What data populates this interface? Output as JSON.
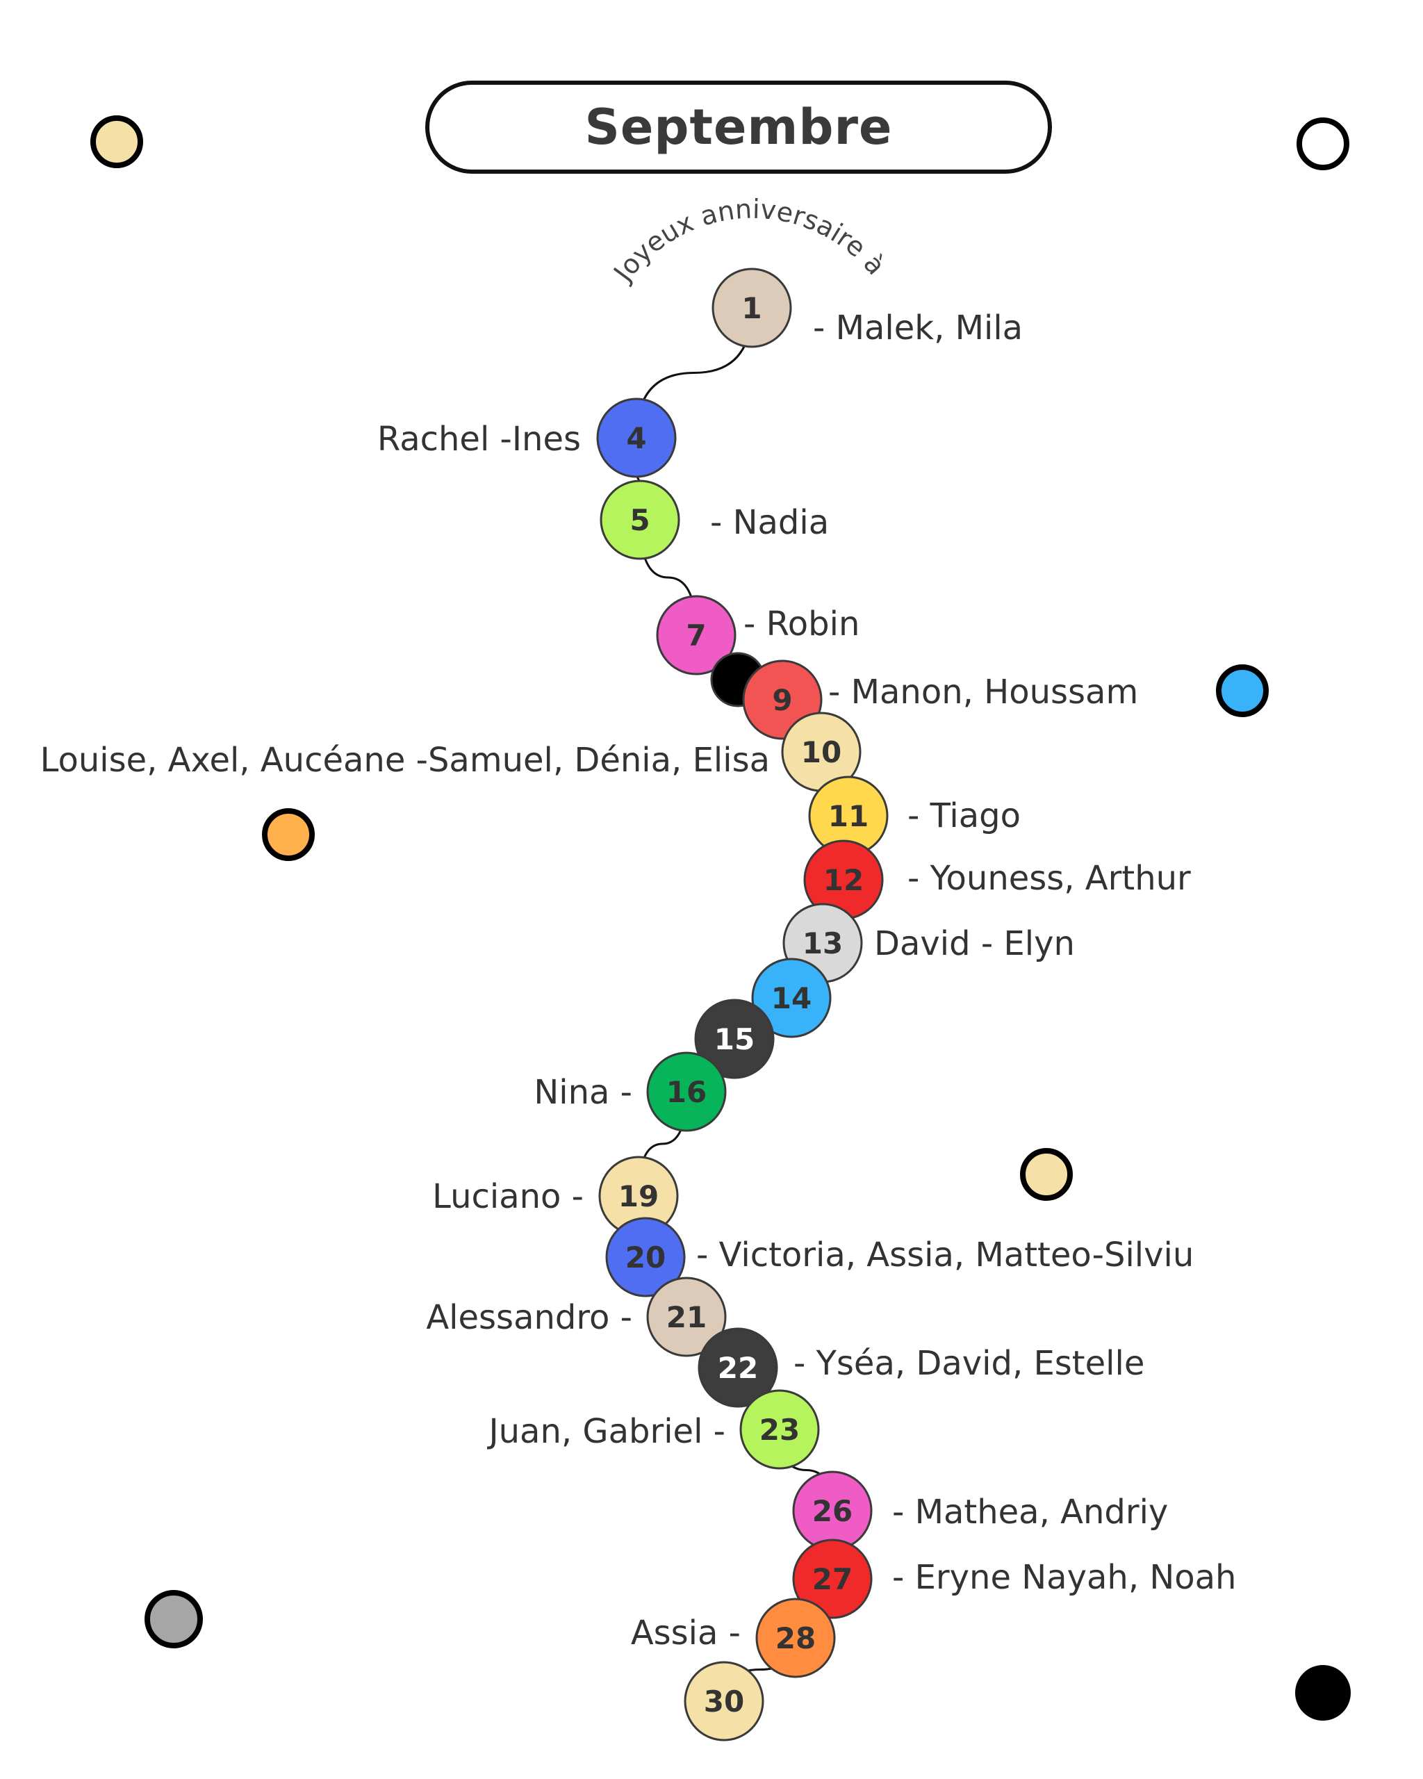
{
  "title": "Septembre",
  "arc_text": "Joyeux anniversaire à",
  "colors": {
    "beige": "#dccbb9",
    "blue": "#4f6ef2",
    "lime": "#b6f45d",
    "pink": "#f05cc5",
    "black": "#000000",
    "red": "#f25454",
    "cream": "#f5e0a8",
    "yellow": "#ffd84d",
    "bright_red": "#f02a2a",
    "light_grey": "#d9d9d9",
    "sky_blue": "#38b2f8",
    "dark_grey": "#3d3d3d",
    "green": "#08b45a",
    "orange": "#ff8c3f",
    "amber": "#ffb14e",
    "grey": "#a6a6a6"
  },
  "days": [
    {
      "num": "1",
      "color": "#dccbb9",
      "text_color": "#333333",
      "label": "- Malek, Mila",
      "side": "right"
    },
    {
      "num": "4",
      "color": "#4f6ef2",
      "text_color": "#333333",
      "label": "Rachel -Ines",
      "side": "left"
    },
    {
      "num": "5",
      "color": "#b6f45d",
      "text_color": "#333333",
      "label": "- Nadia",
      "side": "right"
    },
    {
      "num": "7",
      "color": "#f05cc5",
      "text_color": "#333333",
      "label": "- Robin",
      "side": "right"
    },
    {
      "num": "",
      "color": "#000000",
      "text_color": "#ffffff",
      "label": "",
      "side": "none"
    },
    {
      "num": "9",
      "color": "#f25454",
      "text_color": "#333333",
      "label": "- Manon, Houssam",
      "side": "right"
    },
    {
      "num": "10",
      "color": "#f5e0a8",
      "text_color": "#333333",
      "label": "Louise, Axel, Aucéane -Samuel, Dénia, Elisa",
      "side": "left"
    },
    {
      "num": "11",
      "color": "#ffd84d",
      "text_color": "#333333",
      "label": "- Tiago",
      "side": "right"
    },
    {
      "num": "12",
      "color": "#f02a2a",
      "text_color": "#333333",
      "label": "- Youness, Arthur",
      "side": "right"
    },
    {
      "num": "13",
      "color": "#d9d9d9",
      "text_color": "#333333",
      "label": "David - Elyn",
      "side": "right"
    },
    {
      "num": "14",
      "color": "#38b2f8",
      "text_color": "#333333",
      "label": "",
      "side": "none"
    },
    {
      "num": "15",
      "color": "#3d3d3d",
      "text_color": "#ffffff",
      "label": "",
      "side": "none"
    },
    {
      "num": "16",
      "color": "#08b45a",
      "text_color": "#333333",
      "label": "Nina -",
      "side": "left"
    },
    {
      "num": "19",
      "color": "#f5e0a8",
      "text_color": "#333333",
      "label": "Luciano -",
      "side": "left"
    },
    {
      "num": "20",
      "color": "#4f6ef2",
      "text_color": "#333333",
      "label": "- Victoria, Assia, Matteo-Silviu",
      "side": "right"
    },
    {
      "num": "21",
      "color": "#dccbb9",
      "text_color": "#333333",
      "label": "Alessandro -",
      "side": "left"
    },
    {
      "num": "22",
      "color": "#3d3d3d",
      "text_color": "#ffffff",
      "label": "- Yséa, David, Estelle",
      "side": "right"
    },
    {
      "num": "23",
      "color": "#b6f45d",
      "text_color": "#333333",
      "label": "Juan, Gabriel -",
      "side": "left"
    },
    {
      "num": "26",
      "color": "#f05cc5",
      "text_color": "#333333",
      "label": "- Mathea, Andriy",
      "side": "right"
    },
    {
      "num": "27",
      "color": "#f02a2a",
      "text_color": "#333333",
      "label": "- Eryne Nayah, Noah",
      "side": "right"
    },
    {
      "num": "28",
      "color": "#ff8c3f",
      "text_color": "#333333",
      "label": "Assia -",
      "side": "left"
    },
    {
      "num": "30",
      "color": "#f5e0a8",
      "text_color": "#333333",
      "label": "",
      "side": "none"
    }
  ],
  "decor_dots": [
    {
      "color": "#f5e0a8"
    },
    {
      "color": "#ffffff"
    },
    {
      "color": "#38b2f8"
    },
    {
      "color": "#ffb14e"
    },
    {
      "color": "#f5e0a8"
    },
    {
      "color": "#a6a6a6"
    },
    {
      "color": "#000000"
    }
  ]
}
